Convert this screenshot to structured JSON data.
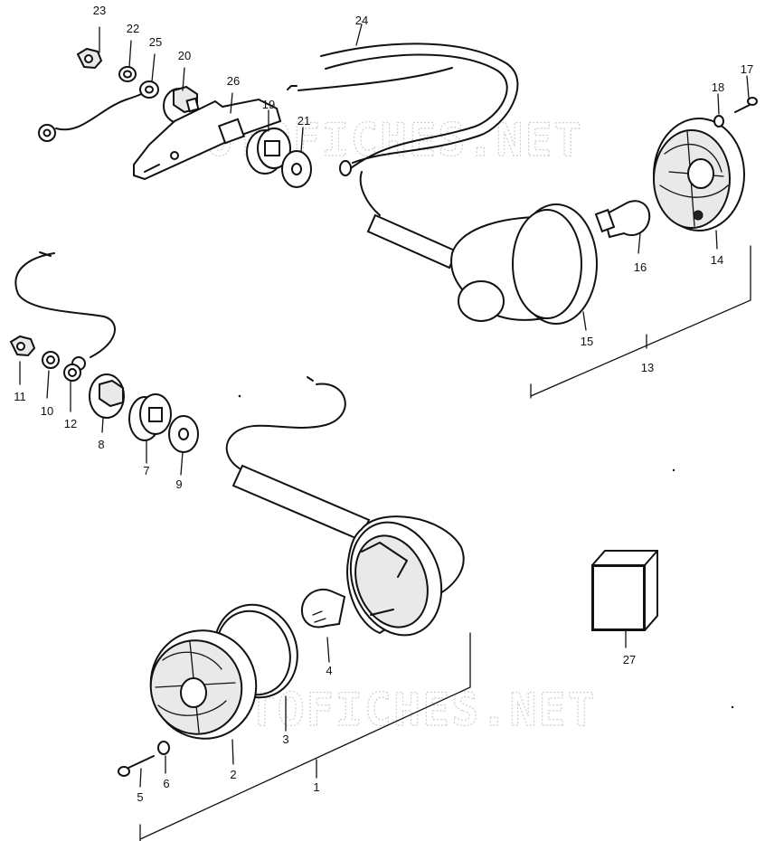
{
  "watermark": "MOTOFICHES.NET",
  "callouts": {
    "p1": "1",
    "p2": "2",
    "p3": "3",
    "p4": "4",
    "p5": "5",
    "p6": "6",
    "p7": "7",
    "p8": "8",
    "p9": "9",
    "p10": "10",
    "p11": "11",
    "p12": "12",
    "p13": "13",
    "p14": "14",
    "p15": "15",
    "p16": "16",
    "p17": "17",
    "p18": "18",
    "p19": "19",
    "p20": "20",
    "p21": "21",
    "p22": "22",
    "p23": "23",
    "p24": "24",
    "p25": "25",
    "p26": "26",
    "p27": "27"
  },
  "colors": {
    "ink": "#111111",
    "paper": "#ffffff",
    "watermark": "#c8c8c8"
  }
}
